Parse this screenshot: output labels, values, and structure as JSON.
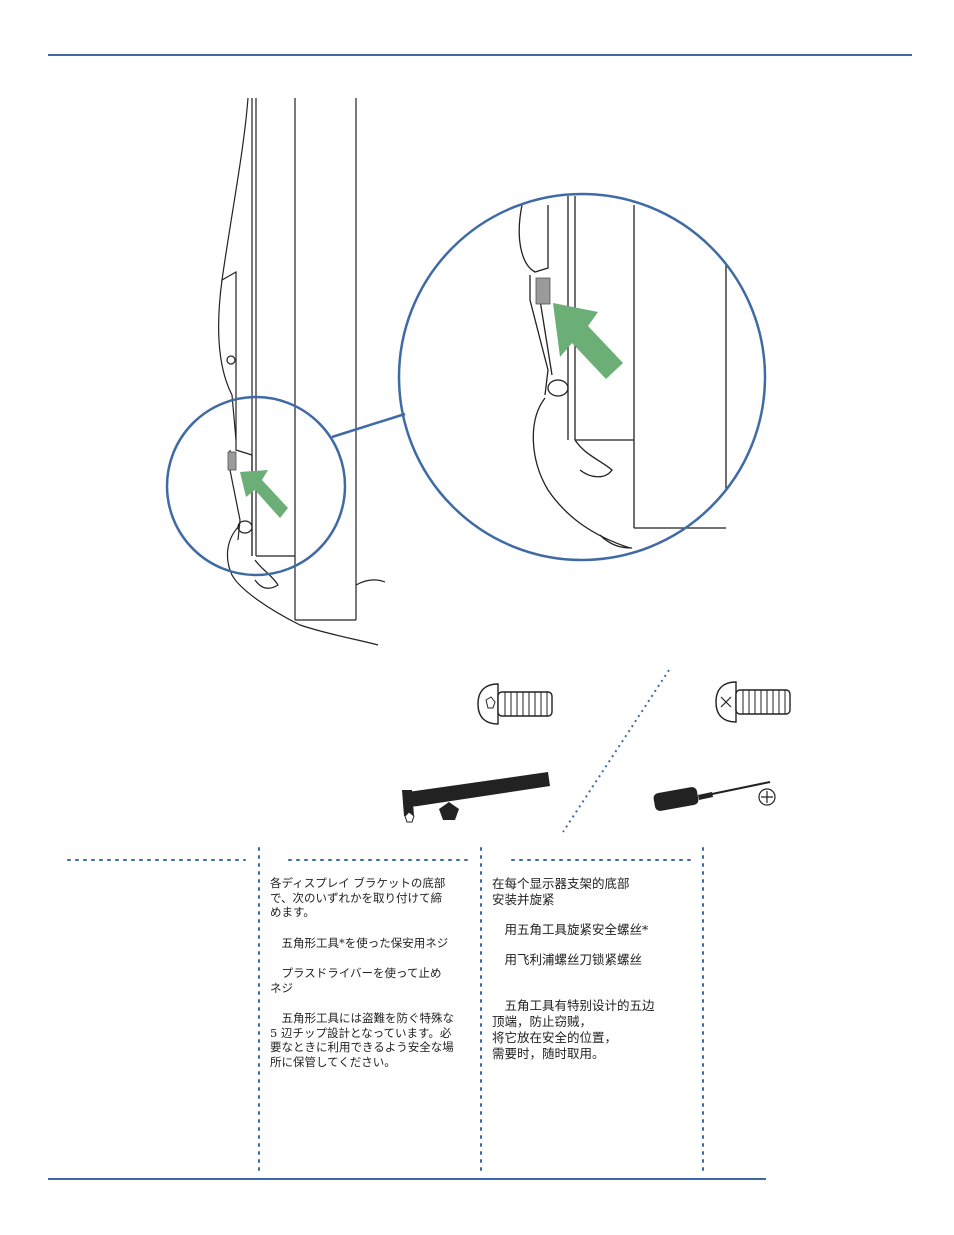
{
  "columns": {
    "japanese": {
      "intro": "各ディスプレイ ブラケットの底部\nで、次のいずれかを取り付けて締\nめます。",
      "option_pentagon": "　五角形工具*を使った保安用ネジ",
      "option_phillips": "　プラスドライバーを使って止め\nネジ",
      "note": "　五角形工具には盗難を防ぐ特殊な\n5 辺チップ設計となっています。必\n要なときに利用できるよう安全な場\n所に保管してください。"
    },
    "chinese": {
      "intro": "在每个显示器支架的底部\n安装并旋紧",
      "option_pentagon": "　用五角工具旋紧安全螺丝*",
      "option_phillips": "　用飞利浦螺丝刀锁紧螺丝",
      "note": "　五角工具有特别设计的五边\n顶端，防止窃贼，\n将它放在安全的位置，\n需要时，随时取用。"
    }
  },
  "colors": {
    "rule": "#3f6aa5",
    "arrow": "#6bae76",
    "dots": "#3f6aa5"
  }
}
